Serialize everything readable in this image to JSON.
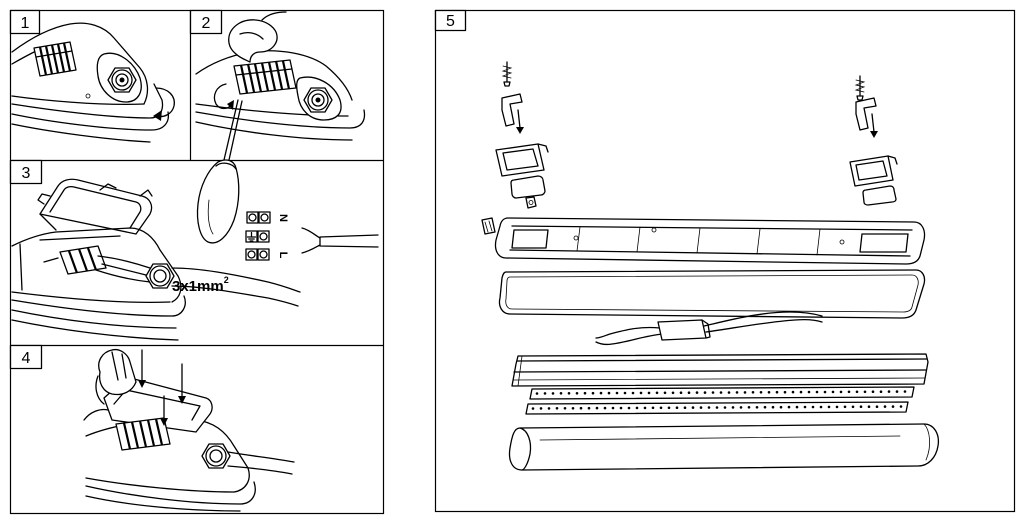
{
  "panels": [
    {
      "number": "1"
    },
    {
      "number": "2"
    },
    {
      "number": "3"
    },
    {
      "number": "4"
    },
    {
      "number": "5"
    }
  ],
  "wiring": {
    "terminal_neutral": "N",
    "terminal_live": "L",
    "cable_spec": "3x1mm",
    "cable_spec_superscript": "2"
  },
  "colors": {
    "line": "#000000",
    "background": "#ffffff"
  }
}
